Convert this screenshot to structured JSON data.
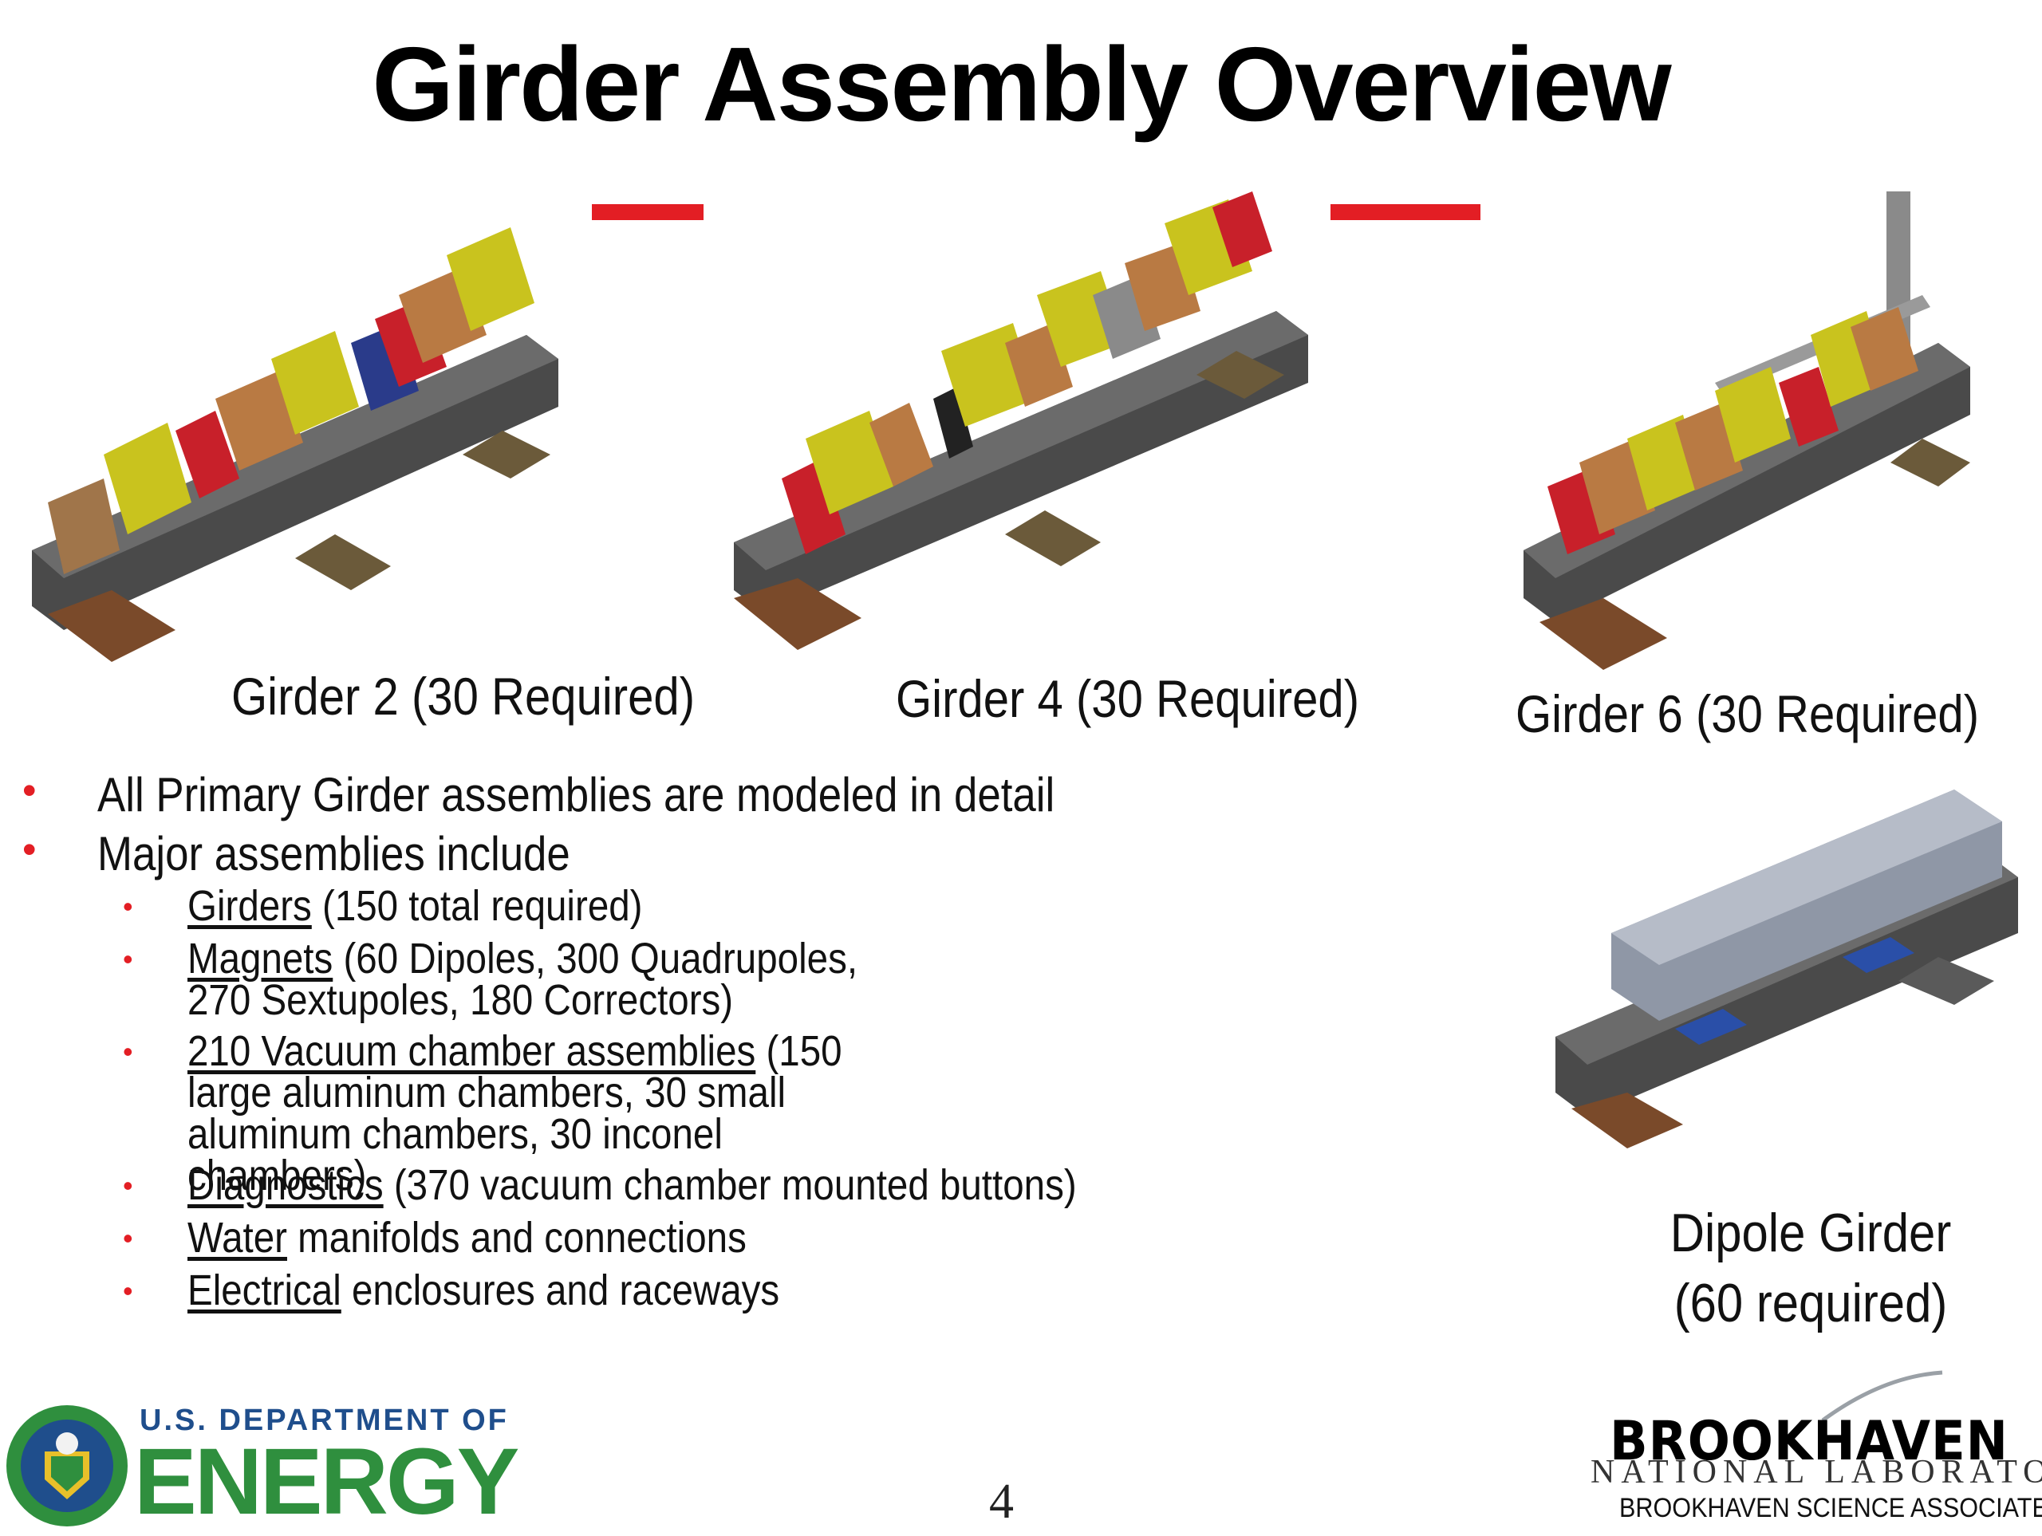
{
  "slide": {
    "title": "Girder Assembly Overview",
    "page_number": "4"
  },
  "girders": [
    {
      "caption": "Girder 2 (30 Required)"
    },
    {
      "caption": "Girder 4 (30 Required)"
    },
    {
      "caption": "Girder 6 (30 Required)"
    }
  ],
  "dipole": {
    "caption_line1": "Dipole Girder",
    "caption_line2": "(60 required)"
  },
  "bullets": {
    "item1": "All Primary Girder assemblies are modeled in detail",
    "item2": "Major assemblies include",
    "sub": [
      {
        "u": "Girders",
        "rest": " (150 total required)"
      },
      {
        "u": "Magnets",
        "rest": " (60 Dipoles, 300 Quadrupoles, 270 Sextupoles, 180 Correctors)"
      },
      {
        "u": "210 Vacuum chamber assemblies",
        "rest": " (150 large aluminum chambers, 30 small aluminum chambers, 30 inconel chambers)"
      },
      {
        "u": "Diagnostics",
        "rest": " (370 vacuum chamber mounted buttons)"
      },
      {
        "u": "Water",
        "rest": " manifolds and connections"
      },
      {
        "u": "Electrical",
        "rest": " enclosures and raceways"
      }
    ]
  },
  "logos": {
    "doe_line1": "U.S. DEPARTMENT OF",
    "doe_line2": "ENERGY",
    "bnl_line1": "BROOKHAVEN",
    "bnl_line2": "NATIONAL LABORATORY",
    "bnl_line3": "BROOKHAVEN SCIENCE ASSOCIATES"
  },
  "colors": {
    "accent_red": "#e31e24",
    "doe_blue": "#1f4e8c",
    "doe_green": "#2f8f3e"
  }
}
